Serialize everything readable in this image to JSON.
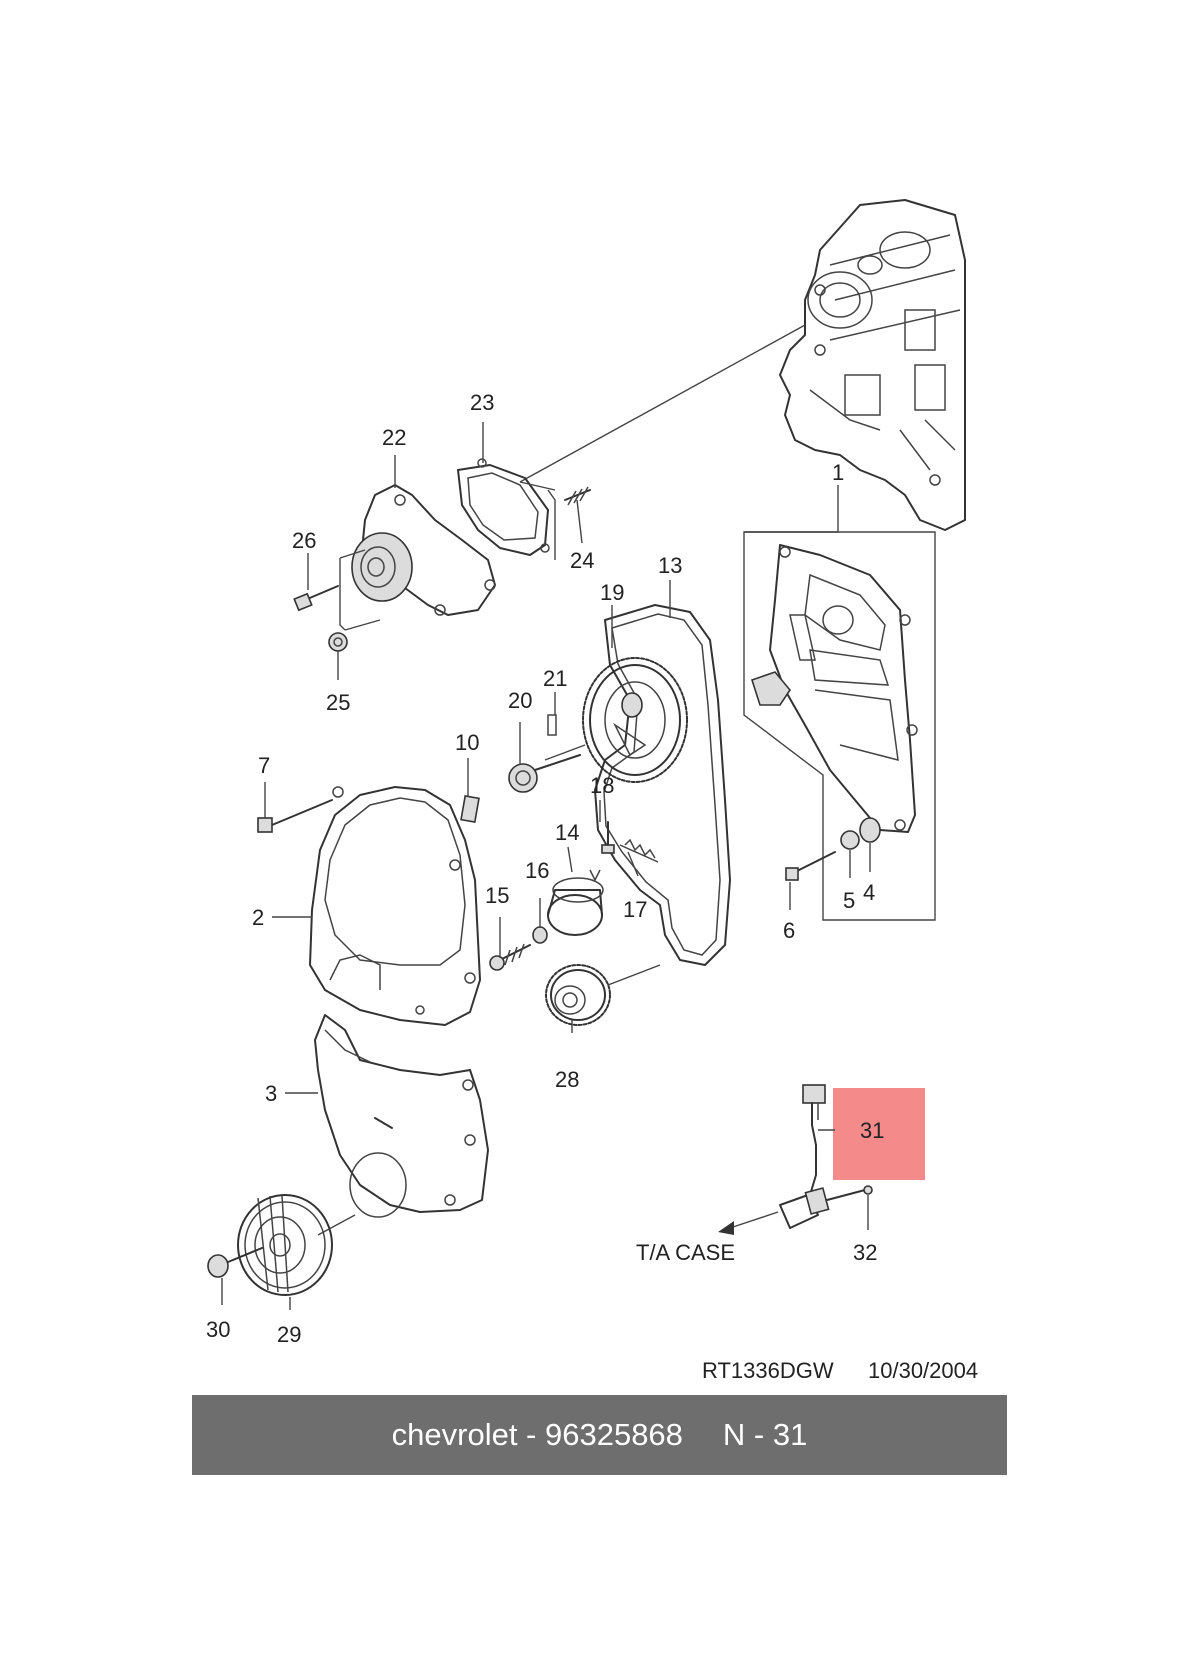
{
  "labels": {
    "l1": "1",
    "l2": "2",
    "l3": "3",
    "l4": "4",
    "l5": "5",
    "l6": "6",
    "l7": "7",
    "l10": "10",
    "l13": "13",
    "l14": "14",
    "l15": "15",
    "l16": "16",
    "l17": "17",
    "l18": "18",
    "l19": "19",
    "l20": "20",
    "l21": "21",
    "l22": "22",
    "l23": "23",
    "l24": "24",
    "l25": "25",
    "l26": "26",
    "l28": "28",
    "l29": "29",
    "l30": "30",
    "l31": "31",
    "l32": "32"
  },
  "direction_label": "T/A CASE",
  "drawing_code": "RT1336DGW",
  "drawing_date": "10/30/2004",
  "caption": {
    "part_text": "chevrolet - 96325868",
    "position_text": "N - 31"
  },
  "highlight_color": "#f48a8a",
  "caption_bar_color": "#6e6e6e"
}
